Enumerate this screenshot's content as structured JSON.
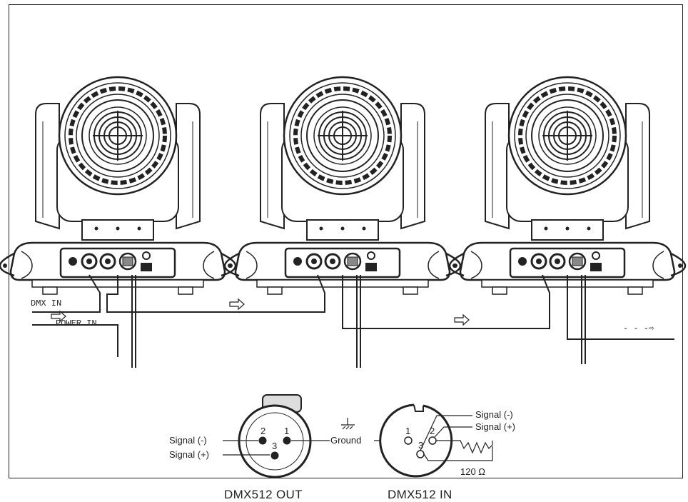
{
  "labels": {
    "dmx_in": "DMX IN",
    "power_in": "POWER IN",
    "signal_minus": "Signal (-)",
    "signal_plus": "Signal (+)",
    "ground": "Ground",
    "resistor": "120 Ω",
    "pin1": "1",
    "pin2": "2",
    "pin3": "3"
  },
  "captions": {
    "dmx_out": "DMX512 OUT",
    "dmx_in": "DMX512 IN"
  },
  "continuation_arrow": "- - -⇨"
}
